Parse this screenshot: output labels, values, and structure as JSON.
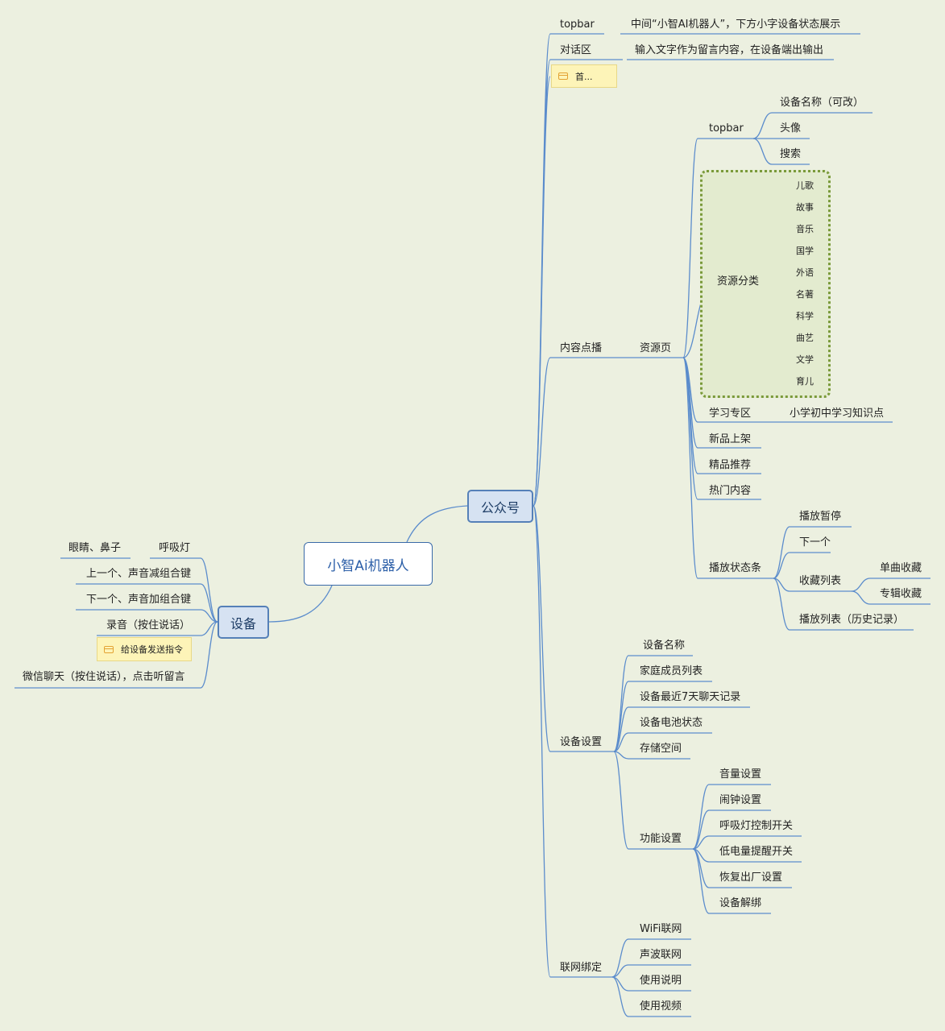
{
  "root": "小智Ai机器人",
  "mp": {
    "title": "公众号",
    "topbar": {
      "label": "topbar",
      "desc": "中间“小智AI机器人”，下方小字设备状态展示"
    },
    "dialog": {
      "label": "对话区",
      "desc": "输入文字作为留言内容，在设备端出输出",
      "note": "首..."
    },
    "content": {
      "label": "内容点播",
      "page": "资源页",
      "topbar": {
        "label": "topbar",
        "items": [
          "设备名称（可改）",
          "头像",
          "搜索"
        ]
      },
      "category": {
        "label": "资源分类",
        "items": [
          "儿歌",
          "故事",
          "音乐",
          "国学",
          "外语",
          "名著",
          "科学",
          "曲艺",
          "文学",
          "育儿"
        ]
      },
      "study": {
        "label": "学习专区",
        "desc": "小学初中学习知识点"
      },
      "new": "新品上架",
      "featured": "精品推荐",
      "hot": "热门内容",
      "player": {
        "label": "播放状态条",
        "pause": "播放暂停",
        "next": "下一个",
        "fav": {
          "label": "收藏列表",
          "items": [
            "单曲收藏",
            "专辑收藏"
          ]
        },
        "history": "播放列表（历史记录）"
      }
    },
    "settings": {
      "label": "设备设置",
      "items": [
        "设备名称",
        "家庭成员列表",
        "设备最近7天聊天记录",
        "设备电池状态",
        "存储空间"
      ],
      "func": {
        "label": "功能设置",
        "items": [
          "音量设置",
          "闹钟设置",
          "呼吸灯控制开关",
          "低电量提醒开关",
          "恢复出厂设置",
          "设备解绑"
        ]
      }
    },
    "network": {
      "label": "联网绑定",
      "items": [
        "WiFi联网",
        "声波联网",
        "使用说明",
        "使用视频"
      ]
    }
  },
  "device": {
    "title": "设备",
    "eyes": "眼睛、鼻子",
    "breath": "呼吸灯",
    "prev": "上一个、声音减组合键",
    "next": "下一个、声音加组合键",
    "record": "录音（按住说话）",
    "record_note": "给设备发送指令",
    "wechat": "微信聊天（按住说话），点击听留言"
  },
  "colors": {
    "line": "#5b8ccc",
    "background": "#ecf0e0",
    "group_fill": "#e3ebcf",
    "group_border": "#7a9a3a",
    "note_fill": "#fdf4b8"
  }
}
